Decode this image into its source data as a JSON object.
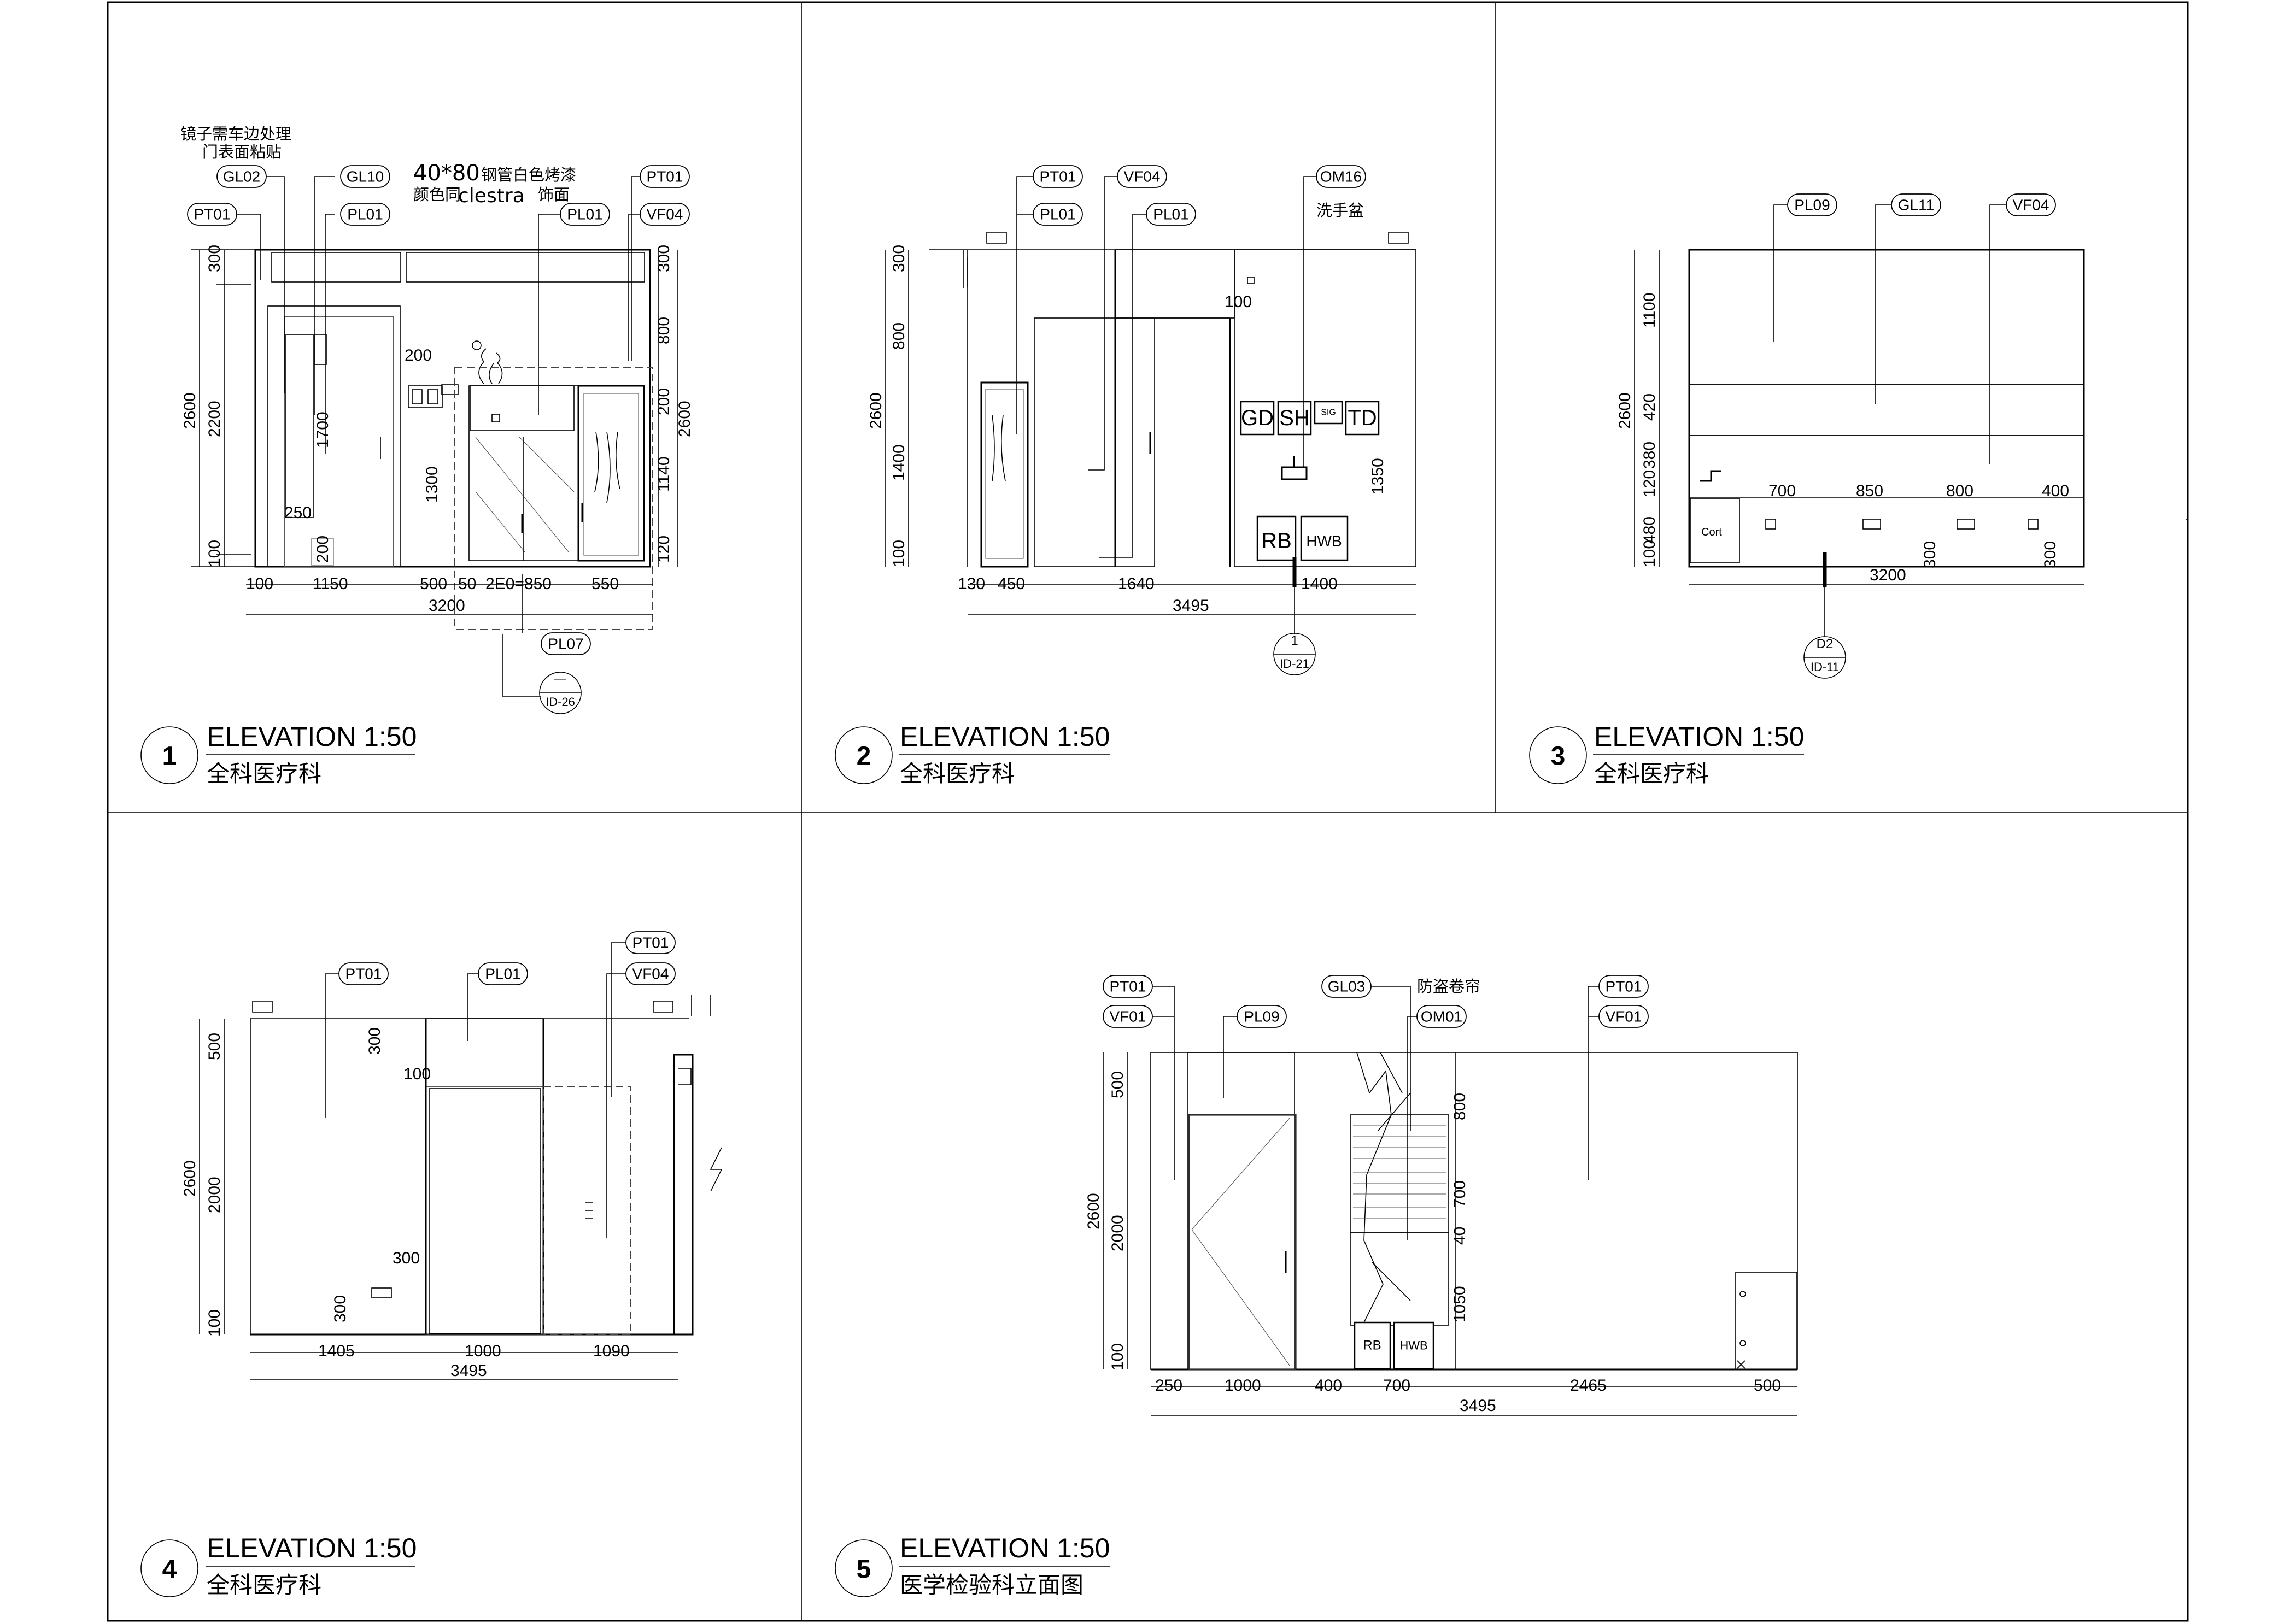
{
  "panels": [
    {
      "number": "1",
      "title": "ELEVATION 1:50",
      "subtitle": "全科医疗科",
      "tags": [
        "PT01",
        "GL02",
        "GL10",
        "PL01",
        "PL01",
        "PT01",
        "VF04",
        "PL07"
      ],
      "notes": [
        "镜子需车边处理",
        "门表面粘贴",
        "40*80",
        "钢管白色烤漆",
        "颜色同",
        "clestra",
        "饰面"
      ],
      "vdims": [
        "300",
        "2200",
        "100",
        "2600",
        "1700",
        "1300",
        "200",
        "200",
        "250",
        "300",
        "800",
        "200",
        "1140",
        "120",
        "2600"
      ],
      "hdims": [
        "100",
        "1150",
        "500",
        "50",
        "2E0=850",
        "550",
        "3200"
      ],
      "ref": {
        "top": "—",
        "bottom": "ID-26"
      }
    },
    {
      "number": "2",
      "title": "ELEVATION 1:50",
      "subtitle": "全科医疗科",
      "tags": [
        "PT01",
        "PL01",
        "VF04",
        "PL01",
        "OM16"
      ],
      "notes": [
        "洗手盆"
      ],
      "fixtures": [
        "GD",
        "SH",
        "SIG",
        "TD",
        "RB",
        "HWB"
      ],
      "vdims": [
        "300",
        "800",
        "1400",
        "100",
        "2600",
        "100",
        "1350"
      ],
      "hdims": [
        "130",
        "450",
        "1640",
        "1400",
        "3495"
      ],
      "ref": {
        "top": "1",
        "bottom": "ID-21"
      }
    },
    {
      "number": "3",
      "title": "ELEVATION 1:50",
      "subtitle": "全科医疗科",
      "tags": [
        "PL09",
        "GL11",
        "VF04"
      ],
      "notes": [
        "Cort"
      ],
      "vdims": [
        "1100",
        "420",
        "380",
        "120",
        "480",
        "100",
        "2600",
        "300",
        "300"
      ],
      "hdims": [
        "700",
        "850",
        "800",
        "400",
        "3200"
      ],
      "ref": {
        "top": "D2",
        "bottom": "ID-11"
      }
    },
    {
      "number": "4",
      "title": "ELEVATION 1:50",
      "subtitle": "全科医疗科",
      "tags": [
        "PT01",
        "PL01",
        "PT01",
        "VF04"
      ],
      "vdims": [
        "500",
        "2000",
        "100",
        "2600",
        "300",
        "100",
        "300",
        "300"
      ],
      "hdims": [
        "1405",
        "1000",
        "1090",
        "3495"
      ]
    },
    {
      "number": "5",
      "title": "ELEVATION 1:50",
      "subtitle": "医学检验科立面图",
      "tags": [
        "PT01",
        "VF01",
        "PL09",
        "GL03",
        "OM01",
        "PT01",
        "VF01"
      ],
      "notes": [
        "防盗卷帘"
      ],
      "fixtures": [
        "RB",
        "HWB"
      ],
      "vdims": [
        "500",
        "2000",
        "100",
        "2600",
        "800",
        "700",
        "40",
        "1050"
      ],
      "hdims": [
        "250",
        "1000",
        "400",
        "700",
        "2465",
        "500",
        "3495"
      ]
    }
  ]
}
